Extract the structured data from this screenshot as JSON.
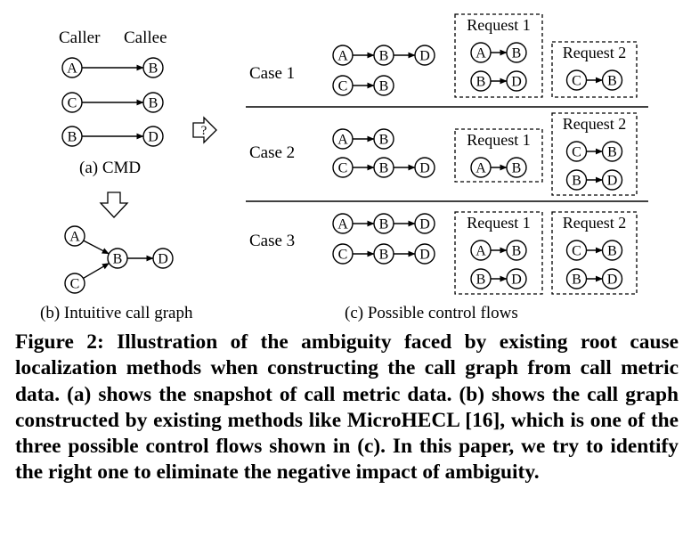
{
  "cmd": {
    "header_caller": "Caller",
    "header_callee": "Callee",
    "pairs": [
      [
        "A",
        "B"
      ],
      [
        "C",
        "B"
      ],
      [
        "B",
        "D"
      ]
    ],
    "caption": "(a) CMD"
  },
  "intuitive": {
    "caption": "(b) Intuitive call graph"
  },
  "arrow_question": "?",
  "flows": {
    "caption": "(c) Possible control flows",
    "cases": [
      {
        "label": "Case 1",
        "chains": [
          [
            "A",
            "B",
            "D"
          ],
          [
            "C",
            "B"
          ]
        ],
        "requests": [
          {
            "label": "Request 1",
            "chains": [
              [
                "A",
                "B"
              ],
              [
                "B",
                "D"
              ]
            ]
          },
          {
            "label": "Request 2",
            "chains": [
              [
                "C",
                "B"
              ]
            ]
          }
        ]
      },
      {
        "label": "Case 2",
        "chains": [
          [
            "A",
            "B"
          ],
          [
            "C",
            "B",
            "D"
          ]
        ],
        "requests": [
          {
            "label": "Request 1",
            "chains": [
              [
                "A",
                "B"
              ]
            ]
          },
          {
            "label": "Request 2",
            "chains": [
              [
                "C",
                "B"
              ],
              [
                "B",
                "D"
              ]
            ]
          }
        ]
      },
      {
        "label": "Case 3",
        "chains": [
          [
            "A",
            "B",
            "D"
          ],
          [
            "C",
            "B",
            "D"
          ]
        ],
        "requests": [
          {
            "label": "Request 1",
            "chains": [
              [
                "A",
                "B"
              ],
              [
                "B",
                "D"
              ]
            ]
          },
          {
            "label": "Request 2",
            "chains": [
              [
                "C",
                "B"
              ],
              [
                "B",
                "D"
              ]
            ]
          }
        ]
      }
    ]
  },
  "caption": "Figure 2: Illustration of the ambiguity faced by existing root cause localization methods when constructing the call graph from call metric data. (a) shows the snapshot of call metric data. (b) shows the call graph constructed by existing methods like MicroHECL [16], which is one of the three possible control flows shown in (c). In this paper, we try to identify the right one to eliminate the negative impact of ambiguity."
}
